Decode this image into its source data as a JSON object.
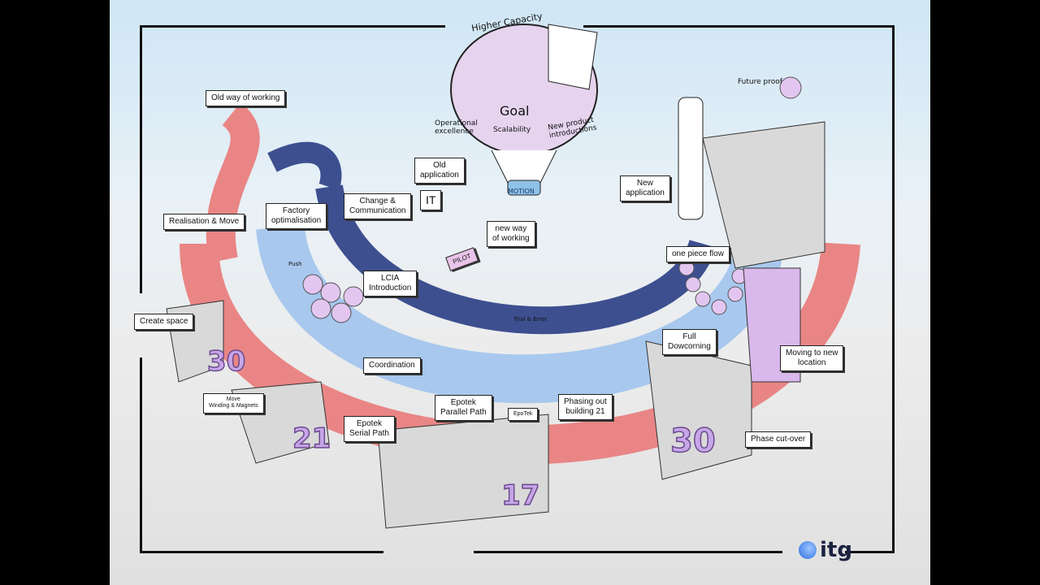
{
  "goal": {
    "top_label": "Higher Capacity",
    "title": "Goal",
    "pillars": [
      "Operational excellence",
      "Scalability",
      "New product introductions"
    ],
    "basket_label": "MOTION"
  },
  "labels": {
    "old_way": "Old way of working",
    "realisation": "Realisation & Move",
    "factory": "Factory\noptimalisation",
    "change": "Change &\nCommunication",
    "it": "IT",
    "old_app": "Old\napplication",
    "new_app": "New\napplication",
    "new_way": "new way\nof working",
    "pilot": "PILOT",
    "lcia": "LCIA\nIntroduction",
    "trial": "Trial & Error",
    "one_piece": "one piece flow",
    "full_dowcorning": "Full\nDowcorning",
    "future_proof": "Future proof",
    "create_space": "Create space",
    "move_winding": "Move\nWinding & Magnets",
    "coordination": "Coordination",
    "epotek_serial": "Epotek\nSerial Path",
    "epotek_parallel": "Epotek\nParallel Path",
    "epotek_bottle": "EpoTek",
    "phasing_out": "Phasing out\nbuilding 21",
    "moving": "Moving to new\nlocation",
    "phase_cutover": "Phase cut-over",
    "push": "Push"
  },
  "buildings": [
    "30",
    "21",
    "17",
    "30"
  ],
  "logo": "itg",
  "colors": {
    "red_path": "#e98585",
    "light_blue": "#a8c8ee",
    "dark_blue": "#3d4f8f",
    "number": "#c7a6e8",
    "bubble": "#e3c6f0"
  }
}
